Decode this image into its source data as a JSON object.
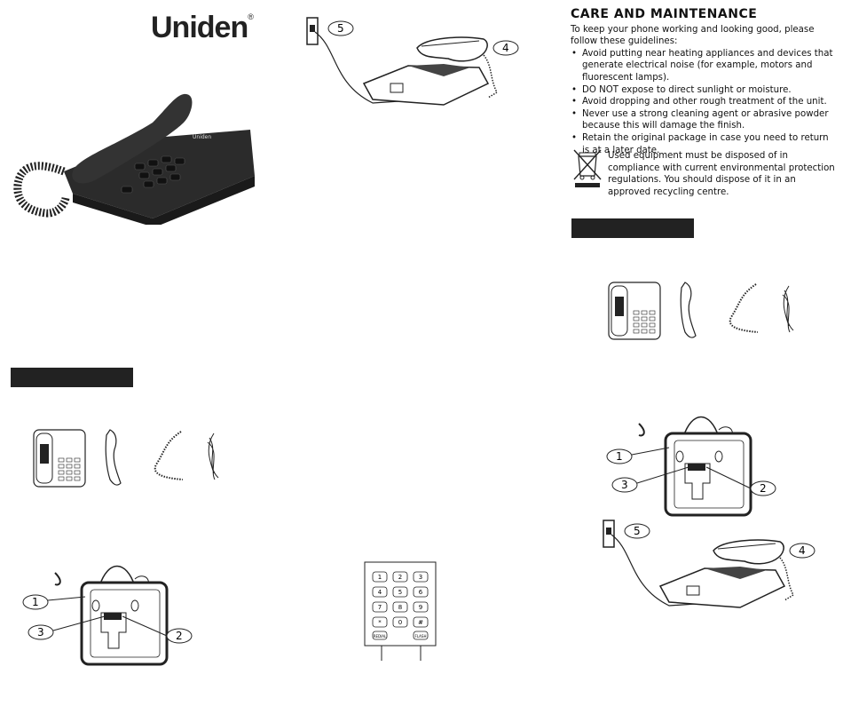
{
  "brand": {
    "name": "Uniden",
    "registered": "®",
    "phone_badge": "Uniden"
  },
  "care": {
    "title": "CARE AND MAINTENANCE",
    "intro": "To keep your phone working and looking good, please follow these guidelines:",
    "bullets": [
      "Avoid putting near heating appliances and devices that generate electrical noise (for example, motors and fluorescent lamps).",
      "DO NOT expose to direct sunlight or moisture.",
      "Avoid dropping and other rough treatment of the unit.",
      "Never use a strong cleaning agent or abrasive powder because this will damage the finish.",
      "Retain the original package in case you need to return is at a later date."
    ],
    "disposal": "Used equipment must be disposed of in compliance with current environmental protection regulations. You should  dispose of it in an approved recycling centre."
  },
  "callouts": {
    "c1": "1",
    "c2": "2",
    "c3": "3",
    "c4": "4",
    "c5": "5"
  },
  "keypad": {
    "keys": [
      "1",
      "2",
      "3",
      "4",
      "5",
      "6",
      "7",
      "8",
      "9",
      "*",
      "0",
      "#"
    ],
    "redial": "REDIAL",
    "flash": "FLASH"
  },
  "colors": {
    "ink": "#111111",
    "bar": "#222222",
    "phone": "#2b2b2b"
  }
}
